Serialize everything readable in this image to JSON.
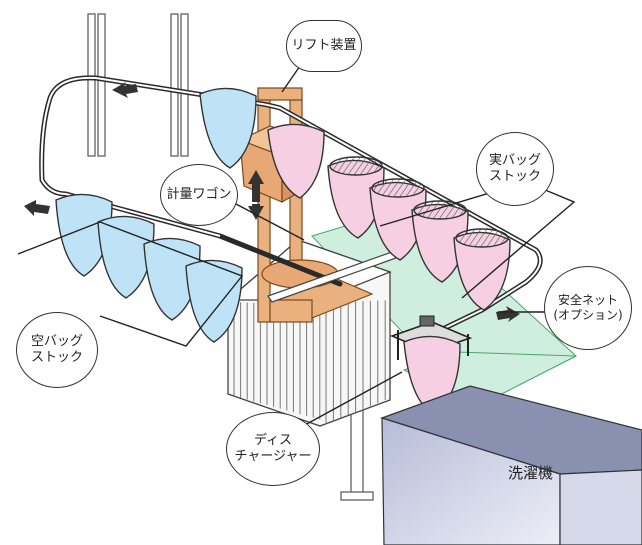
{
  "labels": {
    "lift": "リフト装置",
    "weigh_wagon": "計量ワゴン",
    "full_bag_stock": [
      "実バッグ",
      "ストック"
    ],
    "empty_bag_stock": [
      "空バッグ",
      "ストック"
    ],
    "safety_net": [
      "安全ネット",
      "(オプション)"
    ],
    "discharger": [
      "ディス",
      "チャージャー"
    ],
    "washer": "洗濯機"
  },
  "colors": {
    "empty_bag": "#bfe3f6",
    "full_bag": "#f6cfe2",
    "lift_frame": "#eab07e",
    "net": "#cfeee0",
    "washer": "#c4c9df",
    "rail": "#2a2a2a"
  }
}
